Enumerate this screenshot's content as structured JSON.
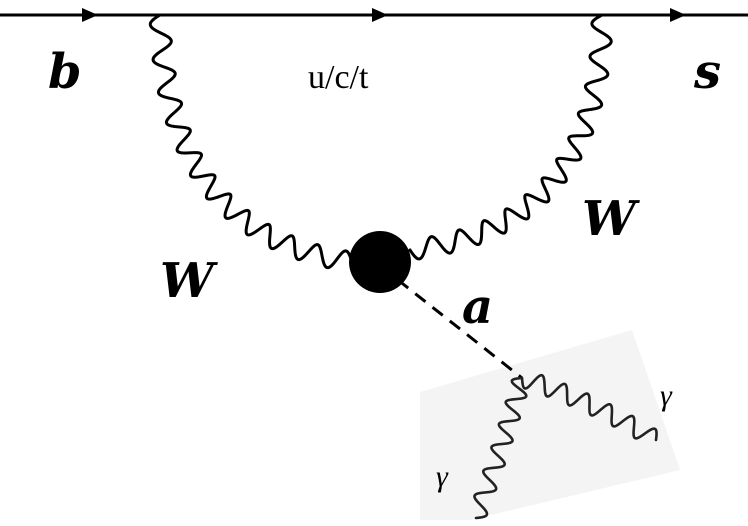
{
  "diagram": {
    "labels": {
      "quark_in": "b",
      "internal_quark": "u/c/t",
      "quark_out": "s",
      "w_left": "W",
      "w_right": "W",
      "axion": "a",
      "photon_1": "γ",
      "photon_2": "γ"
    },
    "colors": {
      "lines": "#000000",
      "vertex": "#000000",
      "photon_patch": "#f4f4f4",
      "background": "#ffffff"
    }
  }
}
